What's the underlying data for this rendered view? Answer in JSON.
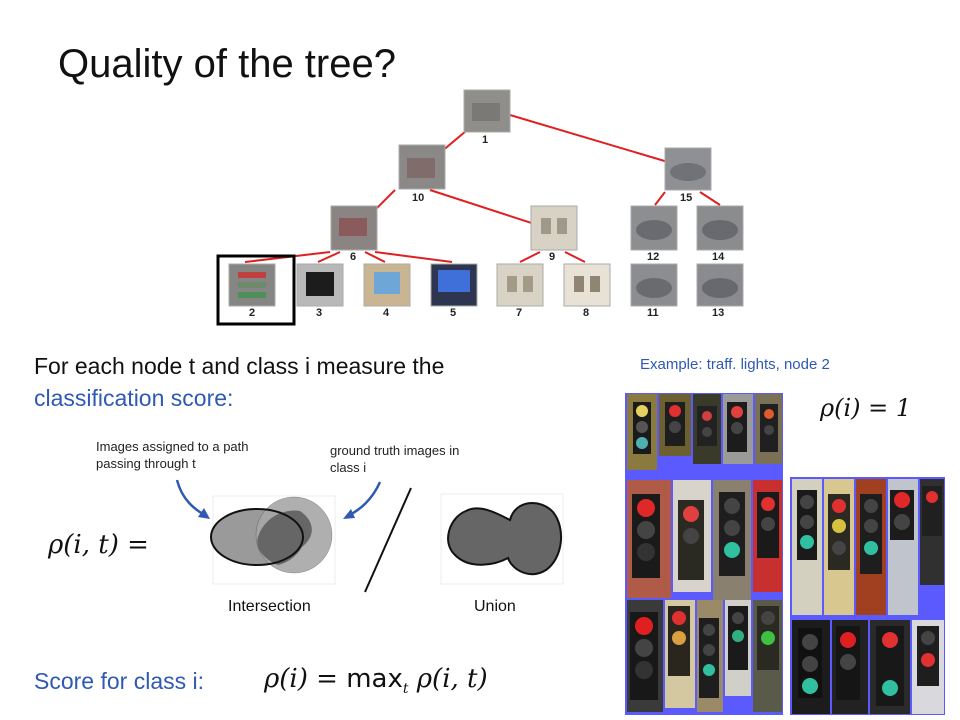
{
  "title": "Quality of the tree?",
  "intro": {
    "line1": "For each node t and class i measure the",
    "line2": "classification score:"
  },
  "example_label": "Example: traff. lights, node 2",
  "tree": {
    "nodes": [
      "1",
      "10",
      "15",
      "6",
      "9",
      "12",
      "14",
      "2",
      "3",
      "4",
      "5",
      "7",
      "8",
      "11",
      "13"
    ]
  },
  "annotations": {
    "assigned": "Images assigned to a path passing through t",
    "truth": "ground truth images in class i"
  },
  "captions": {
    "intersection": "Intersection",
    "union": "Union"
  },
  "formulas": {
    "rho_it_lhs": "ρ(i, t) =",
    "rho_i_example": "ρ(i) = 1",
    "score_label": "Score for class i:",
    "score_lhs": "ρ(i) =",
    "score_max": "max",
    "score_sub": "t",
    "score_rhs": "ρ(i, t)"
  },
  "colors": {
    "accent_blue": "#2f59b3",
    "tree_edge": "#e02020",
    "photo_background": "#5a5aff"
  }
}
